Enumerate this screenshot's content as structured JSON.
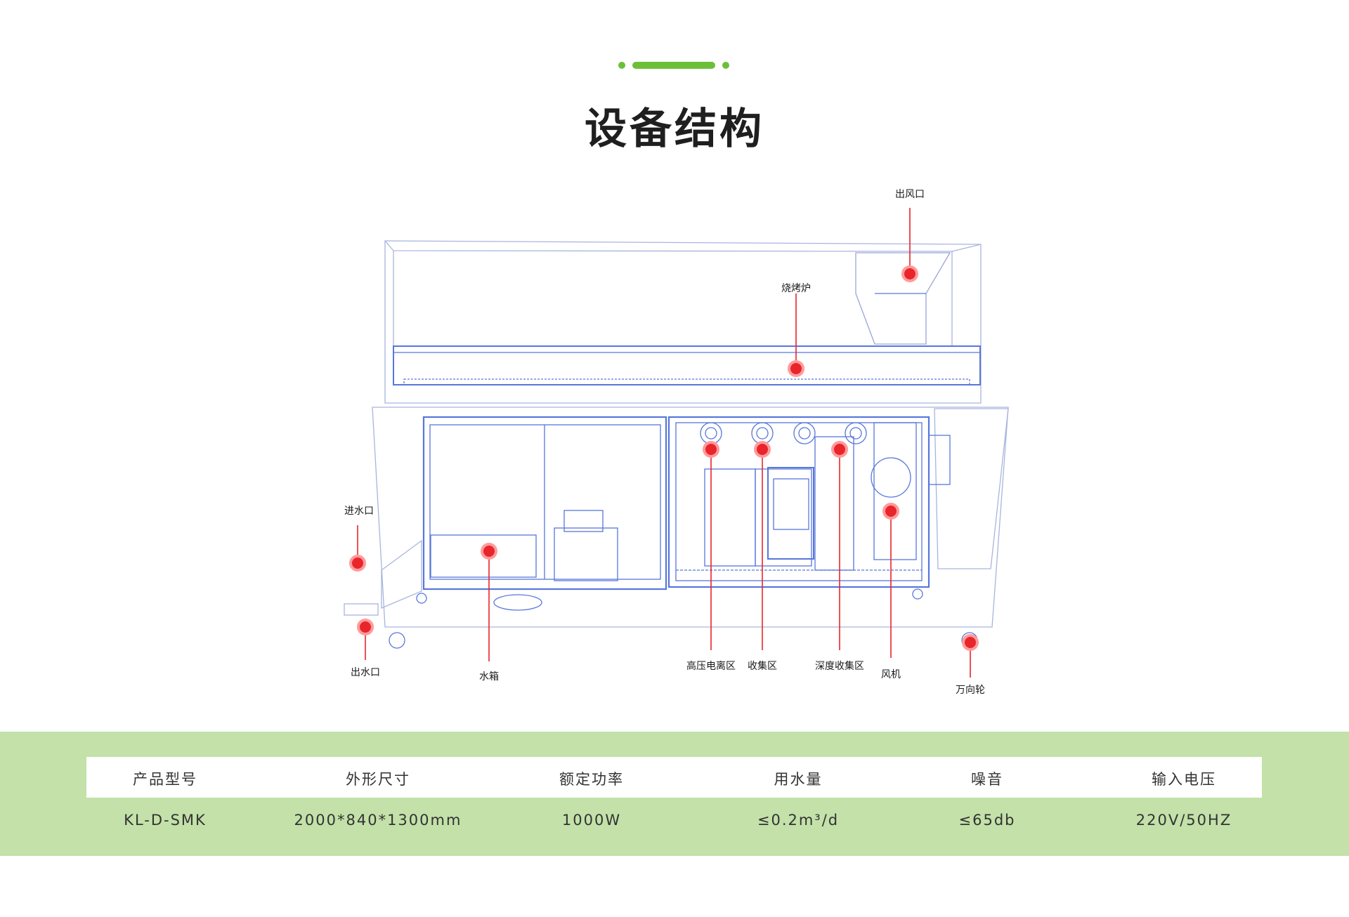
{
  "title": "设备结构",
  "colors": {
    "accent_green": "#6dbf3a",
    "band_green": "#c3e1a9",
    "line_blue": "#3a5fd6",
    "callout_red": "#e8252b"
  },
  "callouts": [
    {
      "id": "air-outlet",
      "label": "出风口"
    },
    {
      "id": "oven",
      "label": "烧烤炉"
    },
    {
      "id": "water-inlet",
      "label": "进水口"
    },
    {
      "id": "water-outlet",
      "label": "出水口"
    },
    {
      "id": "water-tank",
      "label": "水箱"
    },
    {
      "id": "hv-ionization",
      "label": "高压电离区"
    },
    {
      "id": "collection",
      "label": "收集区"
    },
    {
      "id": "deep-collection",
      "label": "深度收集区"
    },
    {
      "id": "fan",
      "label": "风机"
    },
    {
      "id": "caster",
      "label": "万向轮"
    }
  ],
  "spec_table": {
    "headers": [
      "产品型号",
      "外形尺寸",
      "额定功率",
      "用水量",
      "噪音",
      "输入电压"
    ],
    "values": [
      "KL-D-SMK",
      "2000*840*1300mm",
      "1000W",
      "≤0.2m³/d",
      "≤65db",
      "220V/50HZ"
    ]
  }
}
